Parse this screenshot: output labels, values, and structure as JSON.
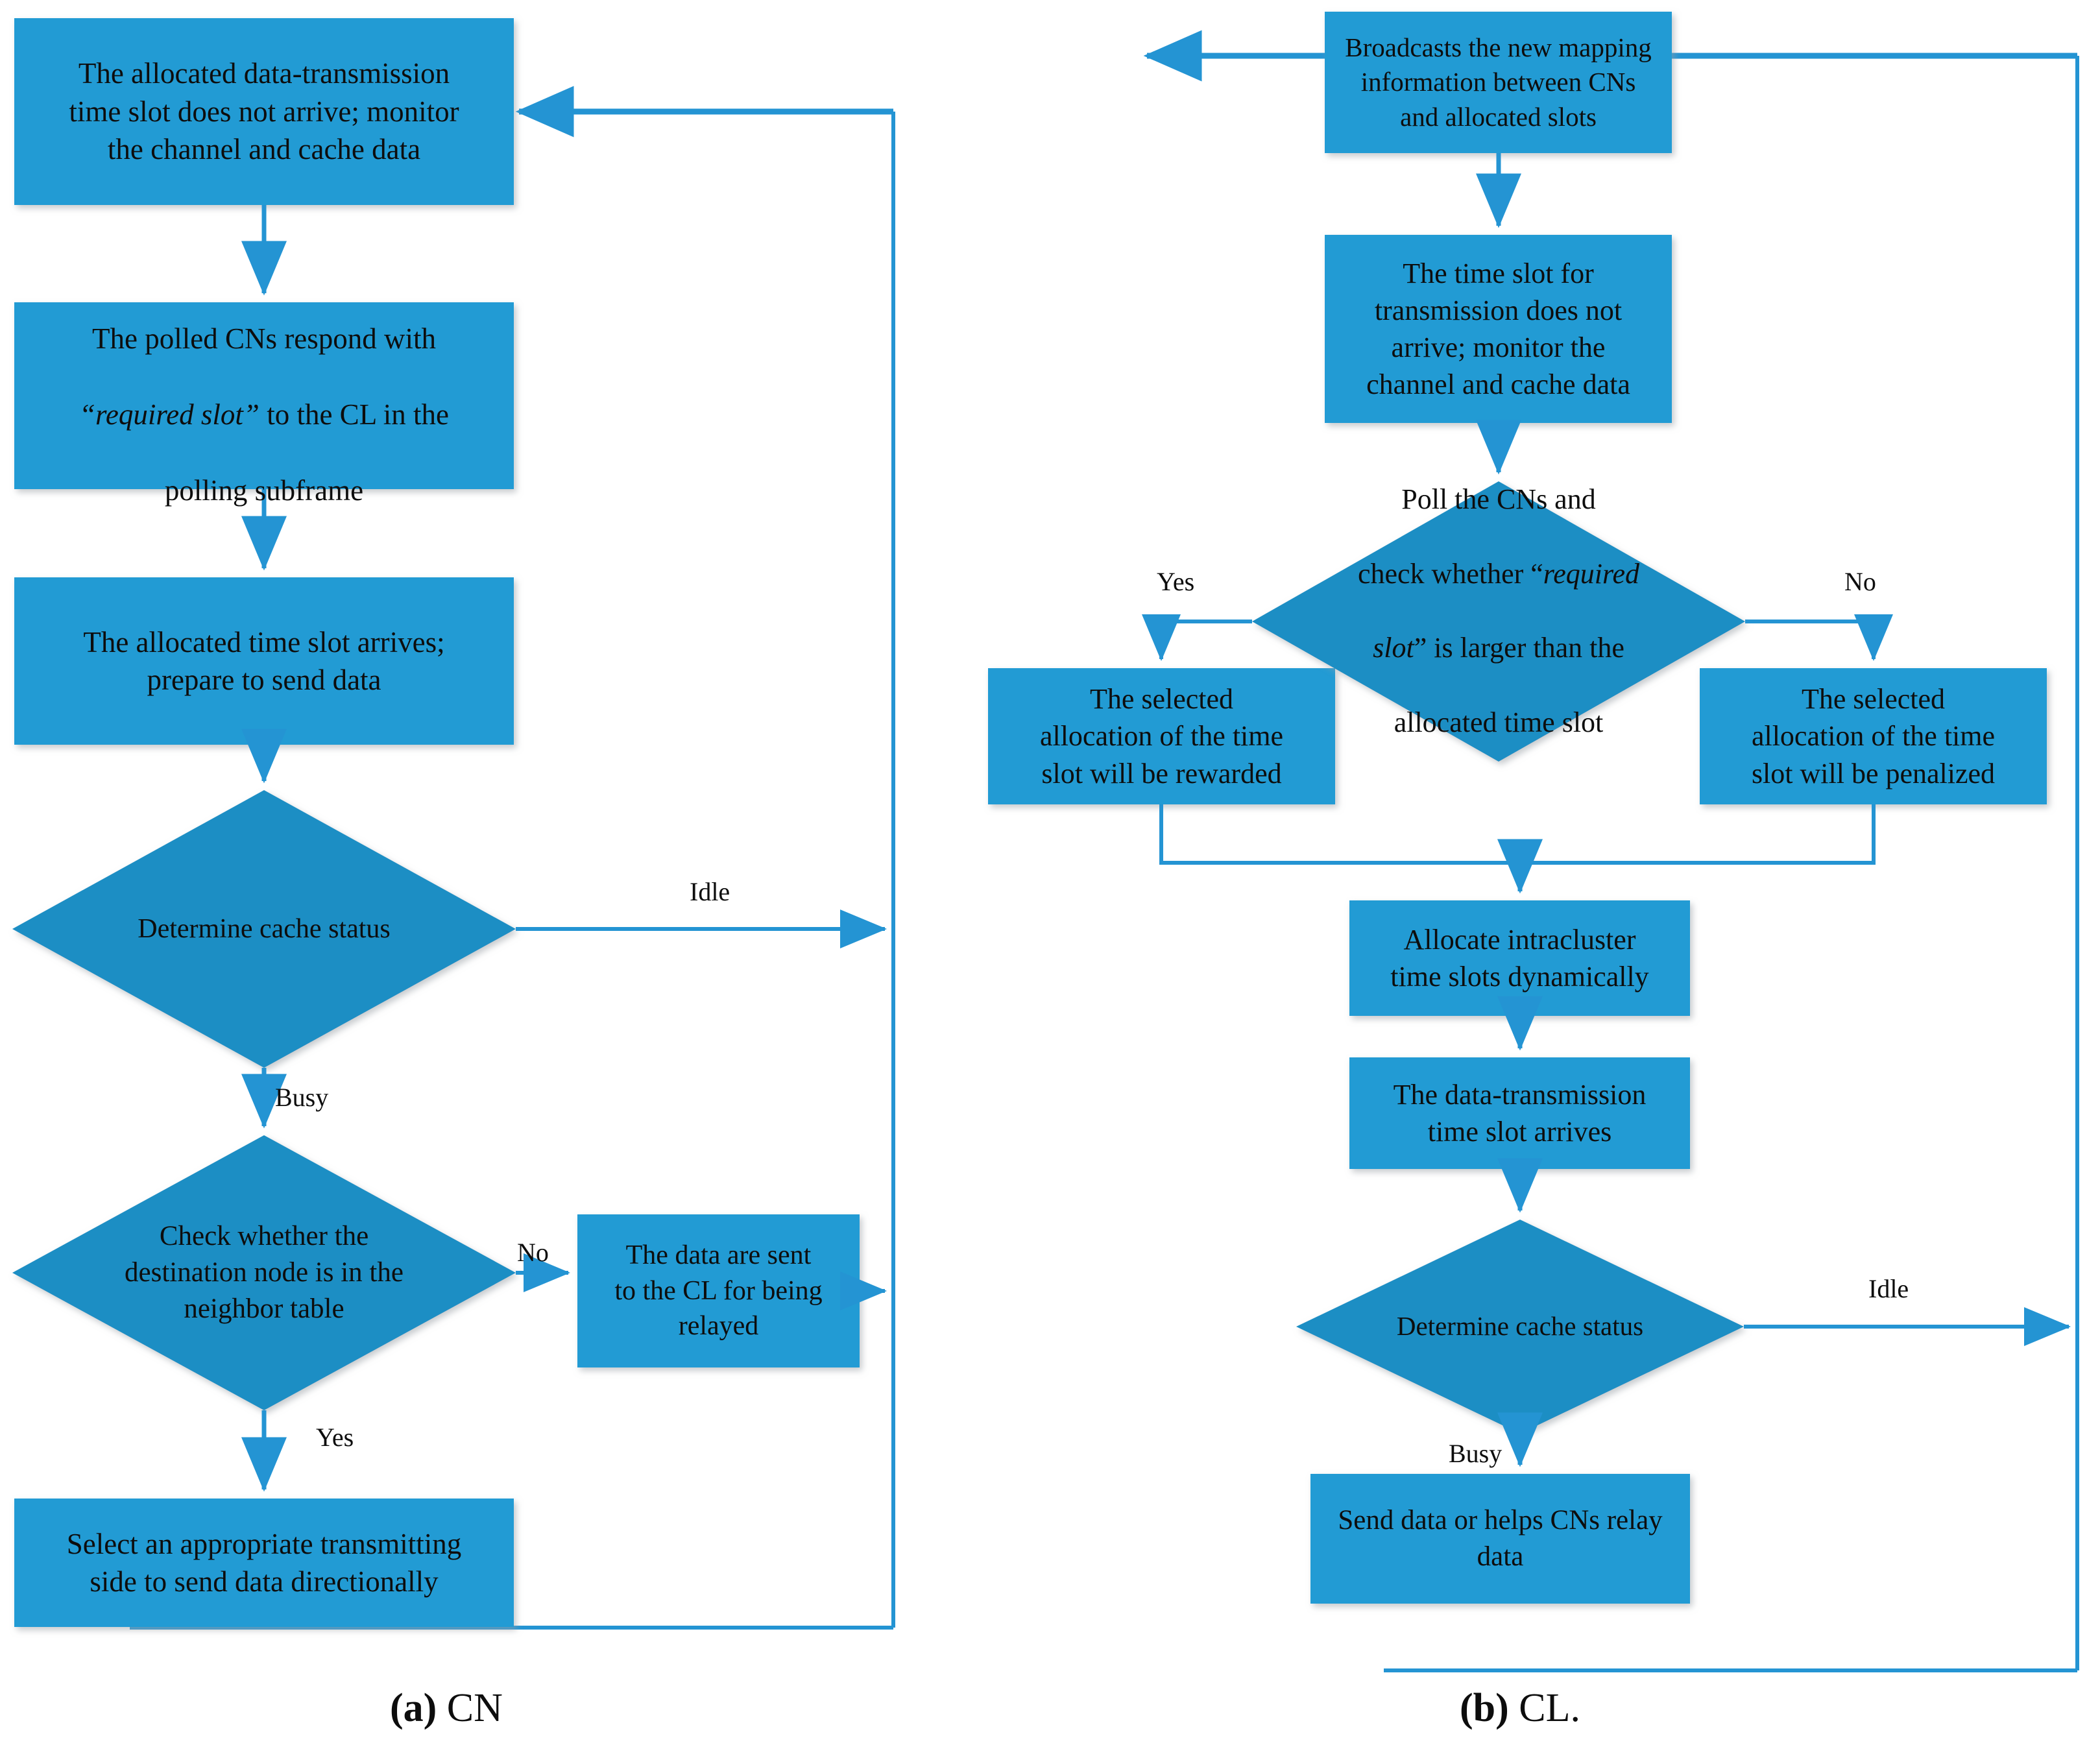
{
  "figure": {
    "colors": {
      "process_fill": "#219BD4",
      "decision_fill": "#1A8EC4",
      "connector": "#2494D3",
      "text": "#0D0D0D",
      "background": "#FFFFFF"
    },
    "captions": [
      {
        "id": "caption-a",
        "marker": "(a)",
        "text": " CN"
      },
      {
        "id": "caption-b",
        "marker": "(b)",
        "text": " CL."
      }
    ]
  },
  "panels": [
    {
      "id": "panel-cn",
      "label": "(a) CN",
      "nodes": [
        {
          "id": "cn-n1",
          "type": "process",
          "text": "The allocated data-transmission\ntime slot does not arrive; monitor\nthe channel and cache data"
        },
        {
          "id": "cn-n2",
          "type": "process",
          "text_parts": [
            "The polled CNs respond with\n",
            "“required slot”",
            " to the CL  in the\npolling subframe"
          ],
          "text": "The polled CNs respond with\n“required slot” to the CL  in the\npolling subframe"
        },
        {
          "id": "cn-n3",
          "type": "process",
          "text": "The allocated time slot arrives;\nprepare to send data"
        },
        {
          "id": "cn-d1",
          "type": "decision",
          "text": "Determine cache status"
        },
        {
          "id": "cn-d2",
          "type": "decision",
          "text": "Check whether the\ndestination node is in the\nneighbor table"
        },
        {
          "id": "cn-n4",
          "type": "process",
          "text": "The data are sent\nto the CL  for being\nrelayed"
        },
        {
          "id": "cn-n5",
          "type": "process",
          "text": "Select an appropriate transmitting\nside to send data directionally"
        }
      ],
      "edges": [
        {
          "from": "cn-n1",
          "to": "cn-n2",
          "label": ""
        },
        {
          "from": "cn-n2",
          "to": "cn-n3",
          "label": ""
        },
        {
          "from": "cn-n3",
          "to": "cn-d1",
          "label": ""
        },
        {
          "from": "cn-d1",
          "to": "loop-back",
          "label": "Idle"
        },
        {
          "from": "cn-d1",
          "to": "cn-d2",
          "label": "Busy"
        },
        {
          "from": "cn-d2",
          "to": "cn-n4",
          "label": "No"
        },
        {
          "from": "cn-d2",
          "to": "cn-n5",
          "label": "Yes"
        },
        {
          "from": "cn-n4",
          "to": "loop-back",
          "label": ""
        },
        {
          "from": "cn-n5",
          "to": "loop-back",
          "label": ""
        },
        {
          "from": "loop-back",
          "to": "cn-n1",
          "label": ""
        }
      ]
    },
    {
      "id": "panel-cl",
      "label": "(b) CL.",
      "nodes": [
        {
          "id": "cl-n1",
          "type": "process",
          "text": "Broadcasts the new mapping\ninformation between CNs\nand allocated slots"
        },
        {
          "id": "cl-n2",
          "type": "process",
          "text": "The time slot for\ntransmission does not\narrive; monitor the\nchannel and cache data"
        },
        {
          "id": "cl-d1",
          "type": "decision",
          "text": "Poll the CNs and\ncheck whether “required\nslot” is larger than the\nallocated time slot"
        },
        {
          "id": "cl-n3",
          "type": "process",
          "text": "The selected\nallocation of the time\nslot will be rewarded"
        },
        {
          "id": "cl-n4",
          "type": "process",
          "text": "The selected\nallocation of the time\nslot will be penalized"
        },
        {
          "id": "cl-n5",
          "type": "process",
          "text": "Allocate intracluster\ntime slots dynamically"
        },
        {
          "id": "cl-n6",
          "type": "process",
          "text": "The data-transmission\ntime slot arrives"
        },
        {
          "id": "cl-d2",
          "type": "decision",
          "text": "Determine cache status"
        },
        {
          "id": "cl-n7",
          "type": "process",
          "text": "Send data or helps CNs relay\ndata"
        }
      ],
      "edges": [
        {
          "from": "cl-n1",
          "to": "cl-n2",
          "label": ""
        },
        {
          "from": "cl-n2",
          "to": "cl-d1",
          "label": ""
        },
        {
          "from": "cl-d1",
          "to": "cl-n3",
          "label": "Yes"
        },
        {
          "from": "cl-d1",
          "to": "cl-n4",
          "label": "No"
        },
        {
          "from": "cl-n3",
          "to": "cl-n5",
          "label": ""
        },
        {
          "from": "cl-n4",
          "to": "cl-n5",
          "label": ""
        },
        {
          "from": "cl-n5",
          "to": "cl-n6",
          "label": ""
        },
        {
          "from": "cl-n6",
          "to": "cl-d2",
          "label": ""
        },
        {
          "from": "cl-d2",
          "to": "loop-back",
          "label": "Idle"
        },
        {
          "from": "cl-d2",
          "to": "cl-n7",
          "label": "Busy"
        },
        {
          "from": "cl-n7",
          "to": "loop-back",
          "label": ""
        },
        {
          "from": "loop-back",
          "to": "cl-n1",
          "label": ""
        }
      ]
    }
  ],
  "edge_labels": {
    "cn_idle": "Idle",
    "cn_busy": "Busy",
    "cn_no": "No",
    "cn_yes": "Yes",
    "cl_yes": "Yes",
    "cl_no": "No",
    "cl_idle": "Idle",
    "cl_busy": "Busy"
  },
  "node_text": {
    "cn_n1": "The allocated data-transmission\ntime slot does not arrive; monitor\nthe channel and cache data",
    "cn_n2_a": "The polled CNs respond with",
    "cn_n2_b": "“required slot”",
    "cn_n2_c": " to the CL  in the",
    "cn_n2_d": "polling subframe",
    "cn_n3": "The allocated time slot arrives;\nprepare to send data",
    "cn_d1": "Determine cache status",
    "cn_d2": "Check whether the\ndestination node is in the\nneighbor table",
    "cn_n4": "The data are sent\nto the CL  for being\nrelayed",
    "cn_n5": "Select an appropriate transmitting\nside to send data directionally",
    "cl_n1": "Broadcasts the new mapping\ninformation between CNs\nand allocated slots",
    "cl_n2": "The time slot for\ntransmission does not\narrive; monitor the\nchannel and cache data",
    "cl_d1_a": "Poll the CNs and",
    "cl_d1_b": "check whether “",
    "cl_d1_c": "required",
    "cl_d1_d": "slot",
    "cl_d1_e": "” is larger than the",
    "cl_d1_f": "allocated time slot",
    "cl_n3": "The selected\nallocation of the time\nslot will be rewarded",
    "cl_n4": "The selected\nallocation of the time\nslot will be penalized",
    "cl_n5": "Allocate intracluster\ntime slots dynamically",
    "cl_n6": "The data-transmission\ntime slot arrives",
    "cl_d2": "Determine cache status",
    "cl_n7": "Send data or helps CNs relay\ndata"
  },
  "captions": {
    "a_marker": "(a)",
    "a_text": " CN",
    "b_marker": "(b)",
    "b_text": " CL."
  }
}
